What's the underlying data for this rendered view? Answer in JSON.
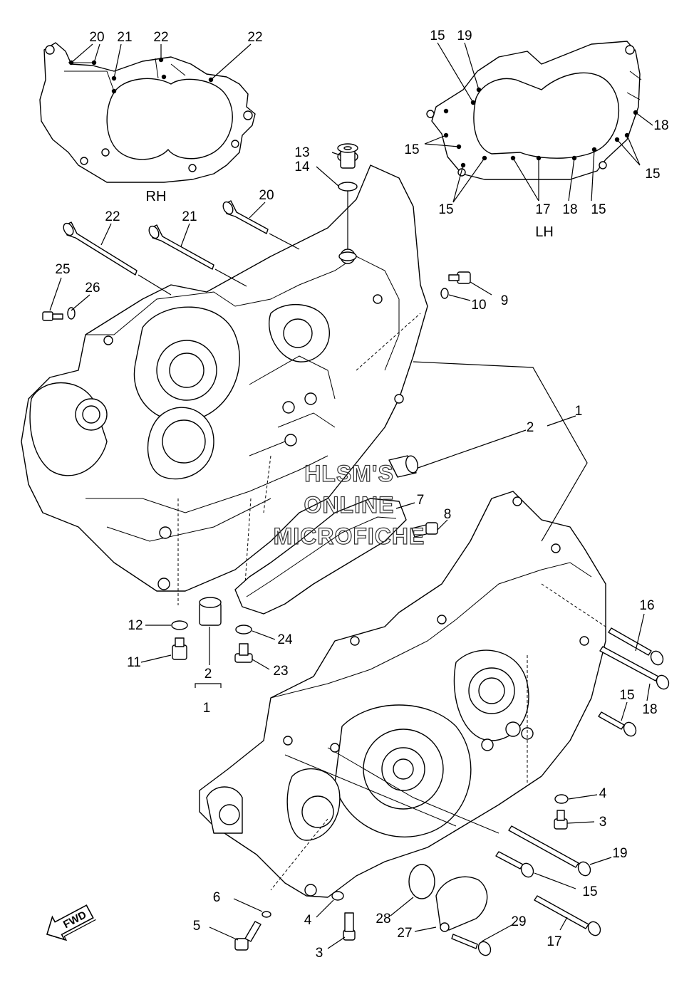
{
  "diagram": {
    "inset_labels": {
      "rh": "RH",
      "lh": "LH"
    },
    "watermark": {
      "line1": "HLSM'S",
      "line2": "ONLINE",
      "line3": "MICROFICHE"
    },
    "direction_badge": "FWD",
    "callouts": {
      "c1a": "1",
      "c1b": "1",
      "c2a": "2",
      "c2b": "2",
      "c3a": "3",
      "c3b": "3",
      "c4a": "4",
      "c4b": "4",
      "c5": "5",
      "c6": "6",
      "c7": "7",
      "c8": "8",
      "c9": "9",
      "c10": "10",
      "c11": "11",
      "c12": "12",
      "c13": "13",
      "c14": "14",
      "c15a": "15",
      "c15b": "15",
      "c15c": "15",
      "c15d": "15",
      "c15e": "15",
      "c15f": "15",
      "c15g": "15",
      "c16": "16",
      "c17a": "17",
      "c17b": "17",
      "c18a": "18",
      "c18b": "18",
      "c18c": "18",
      "c19a": "19",
      "c19b": "19",
      "c20a": "20",
      "c20b": "20",
      "c21a": "21",
      "c21b": "21",
      "c22a": "22",
      "c22b": "22",
      "c22c": "22",
      "c23": "23",
      "c24": "24",
      "c25": "25",
      "c26": "26",
      "c27": "27",
      "c28": "28",
      "c29": "29"
    }
  }
}
